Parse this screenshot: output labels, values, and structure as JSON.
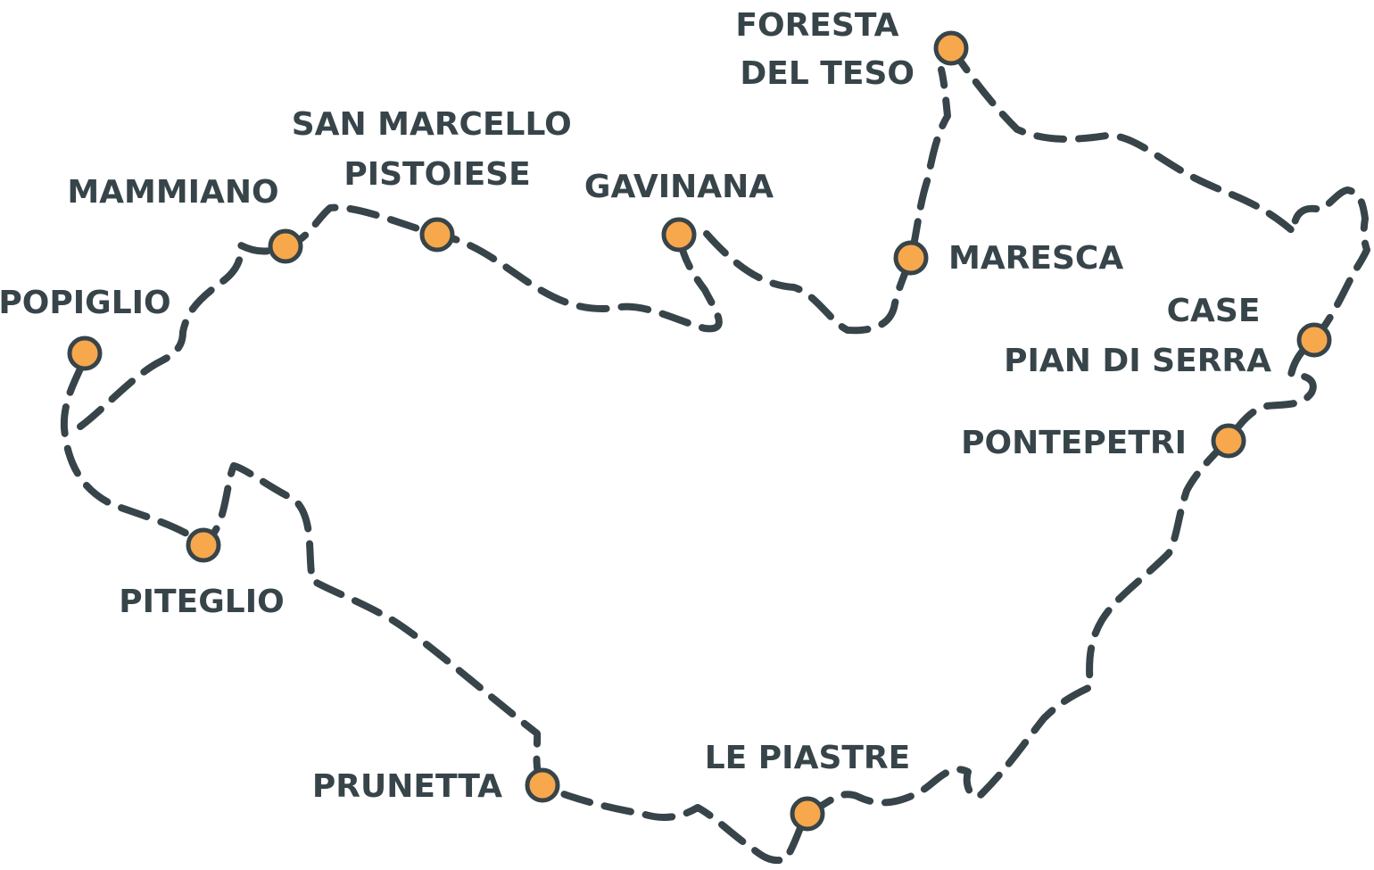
{
  "map": {
    "colors": {
      "route": "#37444a",
      "stop_fill": "#f7a84c",
      "stop_stroke": "#37444a",
      "label": "#37444a",
      "background": "#ffffff"
    },
    "places": [
      {
        "id": "foresta-del-teso",
        "lines": [
          "FORESTA",
          "DEL TESO"
        ]
      },
      {
        "id": "san-marcello-pistoiese",
        "lines": [
          "SAN MARCELLO",
          "PISTOIESE"
        ]
      },
      {
        "id": "mammiano",
        "lines": [
          "MAMMIANO"
        ]
      },
      {
        "id": "gavinana",
        "lines": [
          "GAVINANA"
        ]
      },
      {
        "id": "maresca",
        "lines": [
          "MARESCA"
        ]
      },
      {
        "id": "popiglio",
        "lines": [
          "POPIGLIO"
        ]
      },
      {
        "id": "case-pian-di-serra",
        "lines": [
          "CASE",
          "PIAN DI SERRA"
        ]
      },
      {
        "id": "pontepetri",
        "lines": [
          "PONTEPETRI"
        ]
      },
      {
        "id": "piteglio",
        "lines": [
          "PITEGLIO"
        ]
      },
      {
        "id": "le-piastre",
        "lines": [
          "LE PIASTRE"
        ]
      },
      {
        "id": "prunetta",
        "lines": [
          "PRUNETTA"
        ]
      }
    ]
  }
}
